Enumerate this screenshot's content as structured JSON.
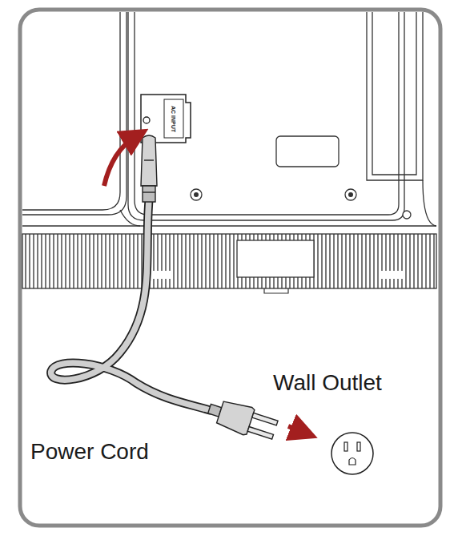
{
  "diagram": {
    "labels": [
      "AC INPUT",
      "Wall Outlet",
      "Power Cord"
    ]
  }
}
